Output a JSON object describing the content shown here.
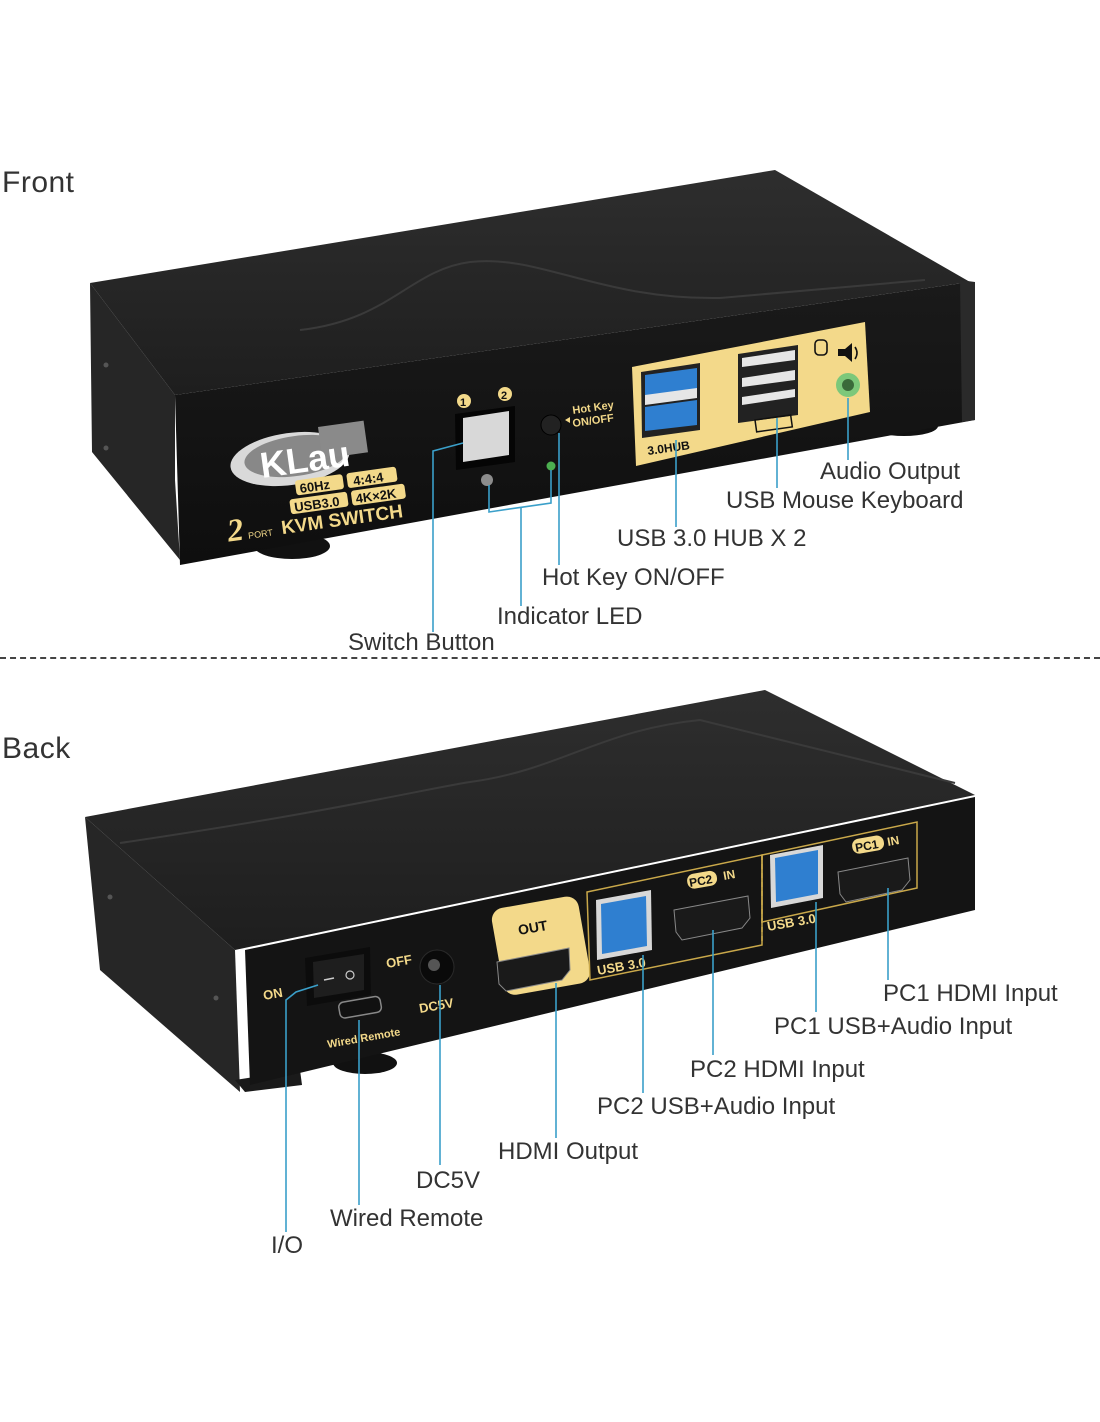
{
  "brand": "KLau",
  "product": {
    "ports_label": "2",
    "ports_sub": "PORT",
    "name": "KVM SWITCH",
    "badges": [
      "60Hz",
      "4:4:4",
      "USB3.0",
      "4K×2K"
    ]
  },
  "colors": {
    "body": "#1c1c1c",
    "panel": "#f3d98a",
    "callout_line": "#3a9fc9",
    "usb3_blue": "#2f7fd0",
    "audio_green": "#7cc87a",
    "led_green": "#4caf50",
    "text": "#333333"
  },
  "front": {
    "title": "Front",
    "device_text": {
      "button_1": "1",
      "button_2": "2",
      "hotkey_text_1": "Hot Key",
      "hotkey_text_2": "ON/OFF",
      "hub_text": "3.0HUB"
    },
    "callouts": [
      {
        "id": "audio-output",
        "label": "Audio Output",
        "icon": "speaker-icon"
      },
      {
        "id": "usb-mouse-keyboard",
        "label": "USB Mouse Keyboard",
        "icon": "keyboard-icon"
      },
      {
        "id": "usb-hub",
        "label": "USB 3.0 HUB X 2",
        "icon": "usb-icon"
      },
      {
        "id": "hotkey",
        "label": "Hot Key ON/OFF",
        "icon": "button-icon"
      },
      {
        "id": "indicator-led",
        "label": "Indicator LED",
        "icon": "led-icon"
      },
      {
        "id": "switch-button",
        "label": "Switch Button",
        "icon": "button-icon"
      }
    ]
  },
  "back": {
    "title": "Back",
    "device_text": {
      "on": "ON",
      "off": "OFF",
      "dc5v": "DC5V",
      "wired_remote": "Wired Remote",
      "out": "OUT",
      "usb30_a": "USB 3.0",
      "usb30_b": "USB 3.0",
      "pc2": "PC2",
      "pc1": "PC1",
      "in": "IN"
    },
    "callouts": [
      {
        "id": "pc1-hdmi",
        "label": "PC1 HDMI Input"
      },
      {
        "id": "pc1-usb",
        "label": "PC1 USB+Audio Input"
      },
      {
        "id": "pc2-hdmi",
        "label": "PC2 HDMI Input"
      },
      {
        "id": "pc2-usb",
        "label": "PC2 USB+Audio Input"
      },
      {
        "id": "hdmi-output",
        "label": "HDMI Output"
      },
      {
        "id": "dc5v",
        "label": "DC5V"
      },
      {
        "id": "wired-remote",
        "label": "Wired Remote"
      },
      {
        "id": "io",
        "label": "I/O"
      }
    ]
  }
}
